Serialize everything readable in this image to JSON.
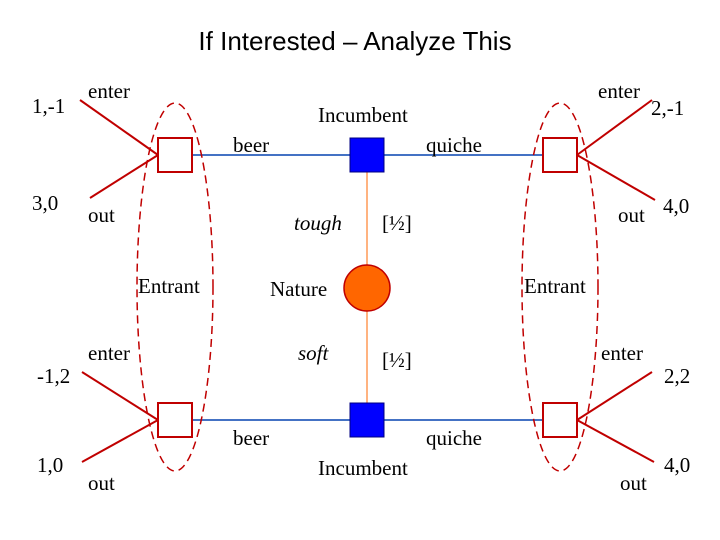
{
  "title": "If Interested – Analyze This",
  "players": {
    "incumbent_top": "Incumbent",
    "incumbent_bottom": "Incumbent",
    "entrant_left": "Entrant",
    "entrant_right": "Entrant",
    "nature": "Nature"
  },
  "actions": {
    "beer_top": "beer",
    "quiche_top": "quiche",
    "beer_bottom": "beer",
    "quiche_bottom": "quiche",
    "tough": "tough",
    "soft": "soft",
    "prob_tough": "[½]",
    "prob_soft": "[½]",
    "enter_tl": "enter",
    "out_tl": "out",
    "enter_tr": "enter",
    "out_tr": "out",
    "enter_bl": "enter",
    "out_bl": "out",
    "enter_br": "enter",
    "out_br": "out"
  },
  "payoffs": {
    "tl_enter": "1,-1",
    "tl_out": "3,0",
    "tr_enter": "2,-1",
    "tr_out": "4,0",
    "bl_enter": "-1,2",
    "bl_out": "1,0",
    "br_enter": "2,2",
    "br_out": "4,0"
  },
  "colors": {
    "incumbent_node": "#0000ff",
    "nature_node": "#ff6600",
    "branch_blue": "#4472c4",
    "branch_red": "#c00000",
    "info_set": "#c00000",
    "nature_branch": "#ffb380"
  }
}
